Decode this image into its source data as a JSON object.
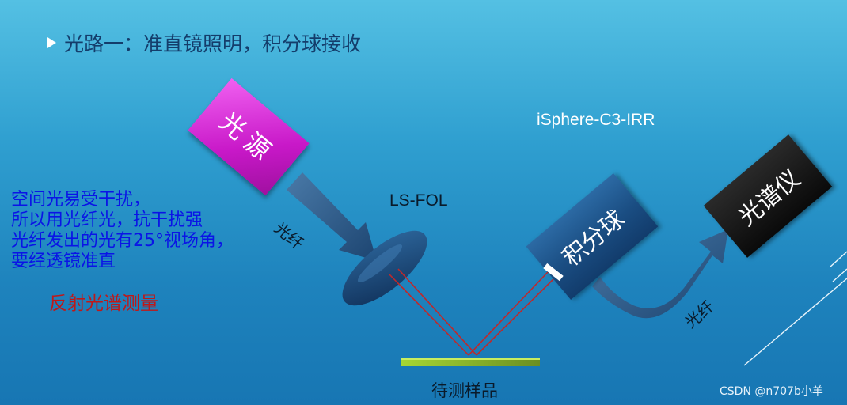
{
  "heading": "光路一：准直镜照明，积分球接收",
  "boxes": {
    "light_source": "光源",
    "sphere": "积分球",
    "spectrometer": "光谱仪"
  },
  "labels": {
    "lens": "LS-FOL",
    "isphere": "iSphere-C3-IRR",
    "sample": "待测样品",
    "fiber_left": "光纤",
    "fiber_right": "光纤"
  },
  "note_lines": [
    "空间光易受干扰，",
    "所以用光纤光，抗干扰强",
    "光纤发出的光有25°视场角，",
    "要经透镜准直"
  ],
  "red_note": "反射光谱测量",
  "watermark": "CSDN @n707b小羊",
  "colors": {
    "light_source": "#d020d0",
    "sphere": "#1a4d82",
    "spectrometer": "#111111",
    "sample": "#8cc63f",
    "beam": "#c0282a",
    "note_text": "#0a14e6",
    "red_note": "#c01818"
  }
}
